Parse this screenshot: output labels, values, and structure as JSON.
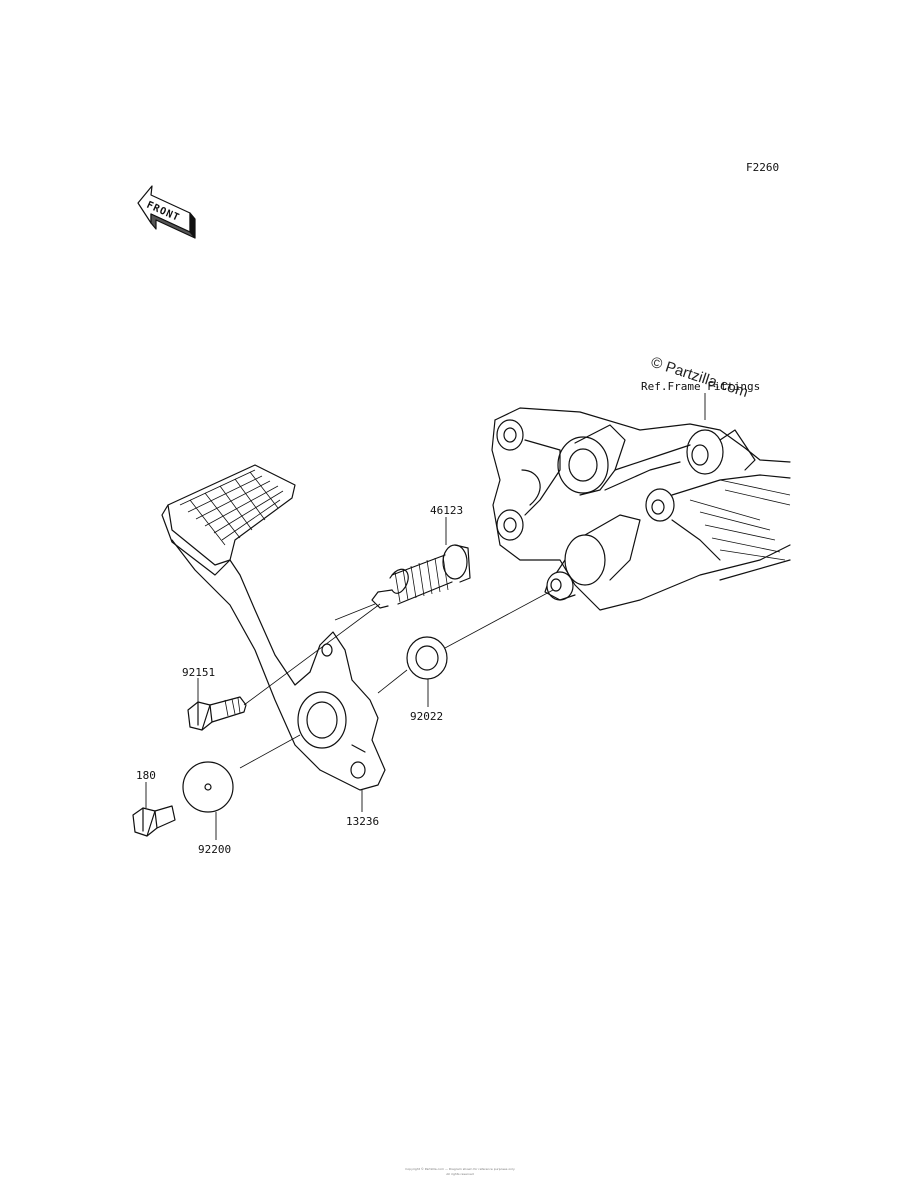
{
  "diagram": {
    "code": "F2260",
    "front_marker": "FRONT",
    "watermark": "© Partzilla.com",
    "reference_label": "Ref.Frame Fittings",
    "part_labels": [
      "46123",
      "92151",
      "92022",
      "180",
      "92200",
      "13236"
    ]
  },
  "footer": {
    "line1": "Copyright © Partzilla.com — Diagram shown for reference purposes only",
    "line2": "All rights reserved"
  }
}
